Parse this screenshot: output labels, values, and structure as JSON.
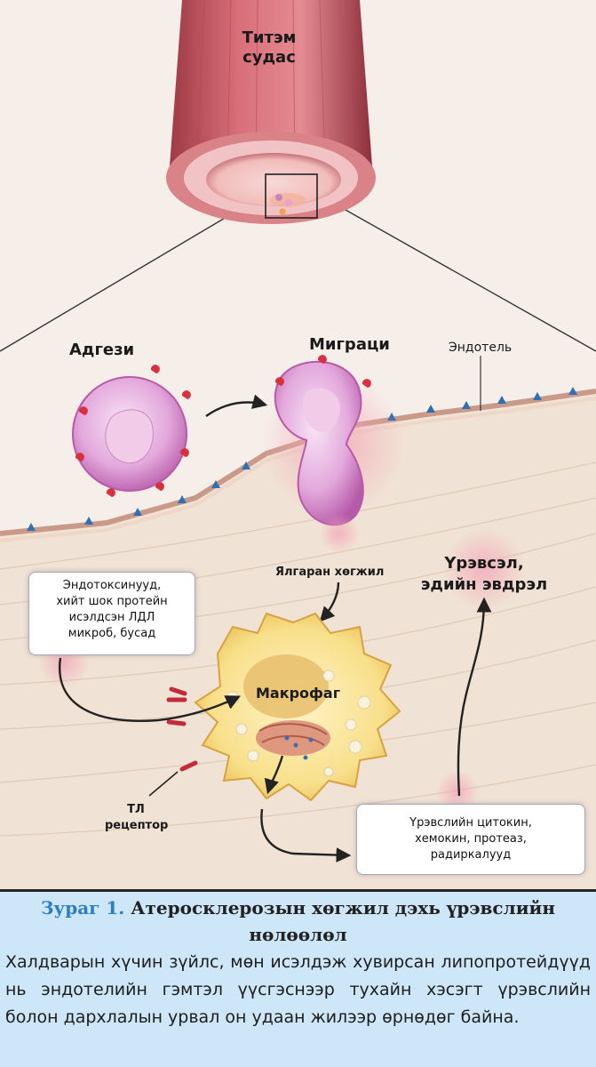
{
  "diagram": {
    "labels": {
      "artery": "Титэм\nсудас",
      "adhesion": "Адгези",
      "migration": "Миграци",
      "endothelium": "Эндотель",
      "diapedesis": "Ялгаран хөгжил",
      "inflammation": "Үрэвсэл,\nэдийн эвдрэл",
      "macrophage": "Макрофаг",
      "tl_receptor": "ТЛ\nрецептор"
    },
    "boxes": {
      "triggers": "Эндотоксинууд,\nхийт шок протейн\nисэлдсэн ЛДЛ\nмикроб, бусад",
      "mediators": "Үрэвслийн цитокин,\nхемокин, протеаз,\nрадиркалууд"
    }
  },
  "caption": {
    "number": "Зураг 1.",
    "title": "Атеросклерозын хөгжил дэхь үрэвслийн нөлөөлөл",
    "body": "Халдварын хүчин зүйлс, мөн исэлдэж хувирсан липопротейдүүд нь эндотелийн гэмтэл үүсгэснээр тухайн хэсэгт үрэвслийн болон дархлалын урвал он удаан жилээр өрнөдөг байна."
  }
}
